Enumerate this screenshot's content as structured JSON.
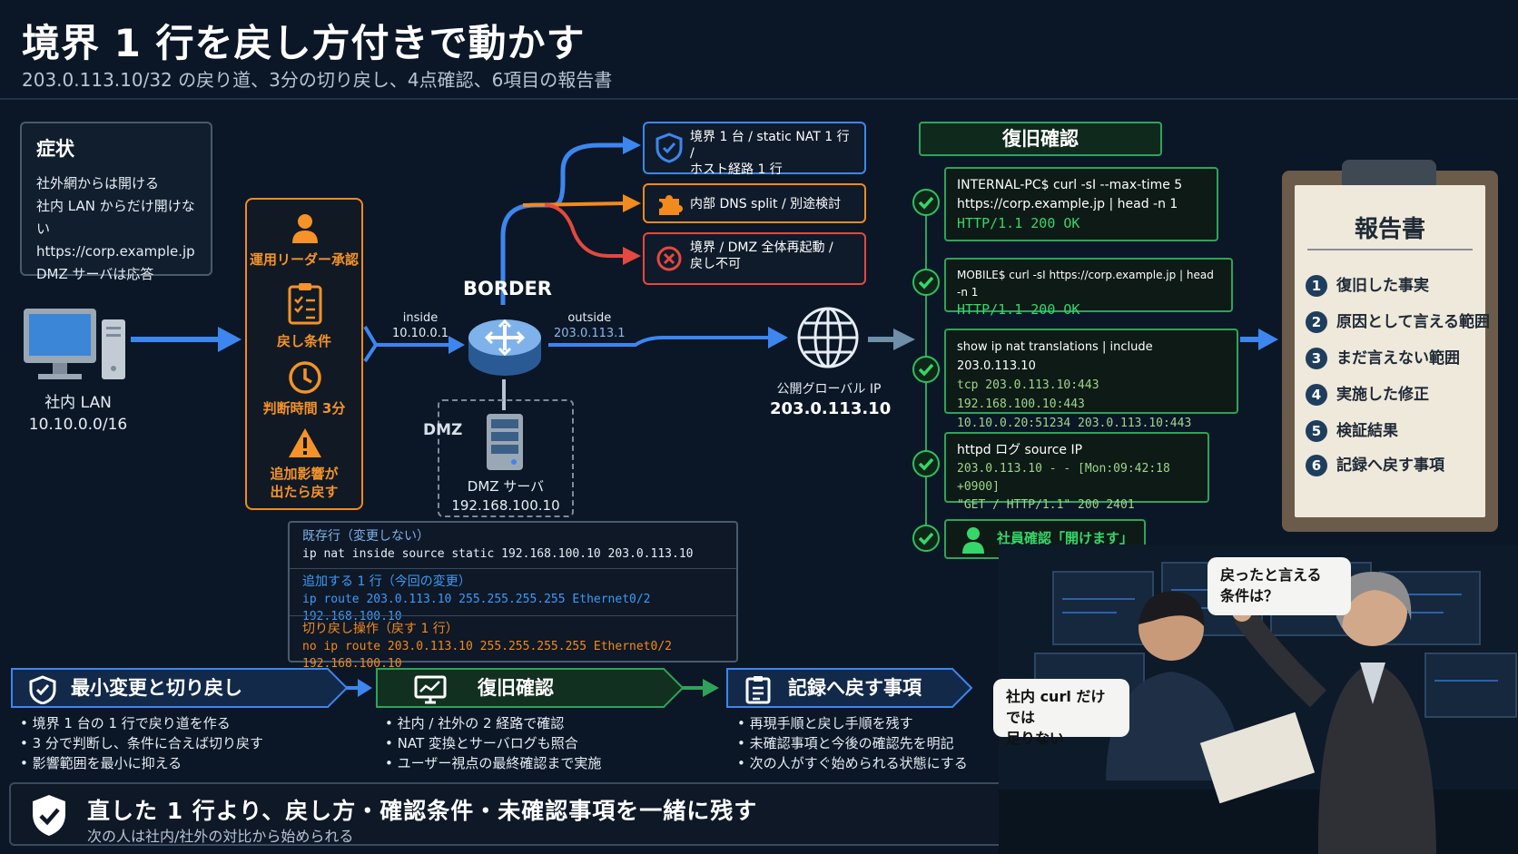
{
  "header": {
    "title": "境界 1 行を戻し方付きで動かす",
    "subtitle": "203.0.113.10/32 の戻り道、3分の切り戻し、4点確認、6項目の報告書"
  },
  "symptom": {
    "title": "症状",
    "lines": [
      "社外網からは開ける",
      "社内 LAN からだけ開けない",
      "https://corp.example.jp",
      "DMZ サーバは応答"
    ]
  },
  "lan": {
    "name": "社内 LAN",
    "cidr": "10.10.0.0/16"
  },
  "approval": {
    "items": [
      "運用リーダー承認",
      "戻し条件",
      "判断時間 3分",
      "追加影響が",
      "出たら戻す"
    ]
  },
  "routes": {
    "blue": [
      "境界 1 台 / static NAT 1 行 /",
      "ホスト経路 1 行"
    ],
    "orange": "内部 DNS split / 別途検討",
    "red": [
      "境界 / DMZ 全体再起動 /",
      "戻し不可"
    ]
  },
  "border": {
    "label": "BORDER",
    "inside_name": "inside",
    "inside_ip": "10.10.0.1",
    "outside_name": "outside",
    "outside_ip": "203.0.113.1"
  },
  "dmz": {
    "label": "DMZ",
    "server_name": "DMZ サーバ",
    "server_ip": "192.168.100.10"
  },
  "global_ip": {
    "label": "公開グローバル IP",
    "ip": "203.0.113.10"
  },
  "config": {
    "existing_head": "既存行（変更しない）",
    "existing_cmd": "ip nat inside source static 192.168.100.10 203.0.113.10",
    "add_head": "追加する 1 行（今回の変更）",
    "add_cmd": "ip route 203.0.113.10 255.255.255.255 Ethernet0/2 192.168.100.10",
    "rollback_head": "切り戻し操作（戻す 1 行）",
    "rollback_cmd": "no ip route 203.0.113.10 255.255.255.255 Ethernet0/2 192.168.100.10"
  },
  "recovery": {
    "title": "復旧確認",
    "c1_l1": "INTERNAL-PC$ curl -sI --max-time 5",
    "c1_l2": "https://corp.example.jp | head -n 1",
    "c1_ok": "HTTP/1.1 200 OK",
    "c2_l1": "MOBILE$ curl -sI https://corp.example.jp | head -n 1",
    "c2_ok": "HTTP/1.1 200 OK",
    "c3_l1": "show ip nat translations | include 203.0.113.10",
    "c3_l2": "tcp 203.0.113.10:443  192.168.100.10:443",
    "c3_l3": "10.10.0.20:51234  203.0.113.10:443",
    "c4_l1": "httpd ログ source IP",
    "c4_l2": "203.0.113.10 - - [Mon:09:42:18 +0900]",
    "c4_l3": "\"GET / HTTP/1.1\" 200 2401",
    "c5": "社員確認「開けます」"
  },
  "report": {
    "title": "報告書",
    "items": [
      "復旧した事実",
      "原因として言える範囲",
      "まだ言えない範囲",
      "実施した修正",
      "検証結果",
      "記録へ戻す事項"
    ]
  },
  "banners": {
    "b1_title": "最小変更と切り戻し",
    "b1_items": [
      "境界 1 台の 1 行で戻り道を作る",
      "3 分で判断し、条件に合えば切り戻す",
      "影響範囲を最小に抑える"
    ],
    "b2_title": "復旧確認",
    "b2_items": [
      "社内 / 社外の 2 経路で確認",
      "NAT 変換とサーバログも照合",
      "ユーザー視点の最終確認まで実施"
    ],
    "b3_title": "記録へ戻す事項",
    "b3_items": [
      "再現手順と戻し手順を残す",
      "未確認事項と今後の確認先を明記",
      "次の人がすぐ始められる状態にする"
    ]
  },
  "footer": {
    "main": "直した 1 行より、戻し方・確認条件・未確認事項を一緒に残す",
    "sub": "次の人は社内/社外の対比から始められる"
  },
  "speech": {
    "senior": [
      "戻ったと言える",
      "条件は？"
    ],
    "junior": [
      "社内 curl だけでは",
      "足りない"
    ]
  },
  "colors": {
    "blue": "#3d86f0",
    "orange": "#f28a1e",
    "red": "#e5483f",
    "green": "#2fa35a",
    "bg": "#0b1726"
  }
}
